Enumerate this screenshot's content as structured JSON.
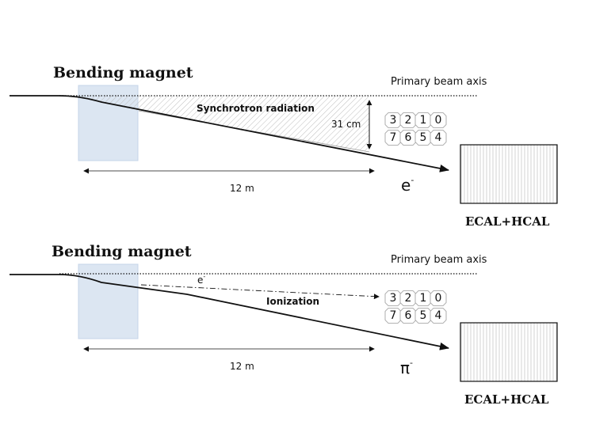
{
  "panels": [
    {
      "magnet_title": "Bending magnet",
      "beam_axis_label": "Primary beam axis",
      "radiation_label": "Synchrotron radiation",
      "offset_label": "31 cm",
      "distance_label": "12 m",
      "particle": "e",
      "particle_sup": "-",
      "detector_cells_top": [
        "3",
        "2",
        "1",
        "0"
      ],
      "detector_cells_bottom": [
        "7",
        "6",
        "5",
        "4"
      ],
      "calorimeter_label": "ECAL+HCAL"
    },
    {
      "magnet_title": "Bending magnet",
      "beam_axis_label": "Primary beam axis",
      "secondary_label": "e",
      "secondary_sup": "-",
      "ionization_label": "Ionization",
      "distance_label": "12 m",
      "particle": "π",
      "particle_sup": "-",
      "detector_cells_top": [
        "3",
        "2",
        "1",
        "0"
      ],
      "detector_cells_bottom": [
        "7",
        "6",
        "5",
        "4"
      ],
      "calorimeter_label": "ECAL+HCAL"
    }
  ],
  "colors": {
    "magnet_fill": "#dce6f2",
    "magnet_stroke": "#c5d4e8",
    "line": "#111111",
    "hatch": "#bbbbbb",
    "cell_stroke": "#999999"
  }
}
